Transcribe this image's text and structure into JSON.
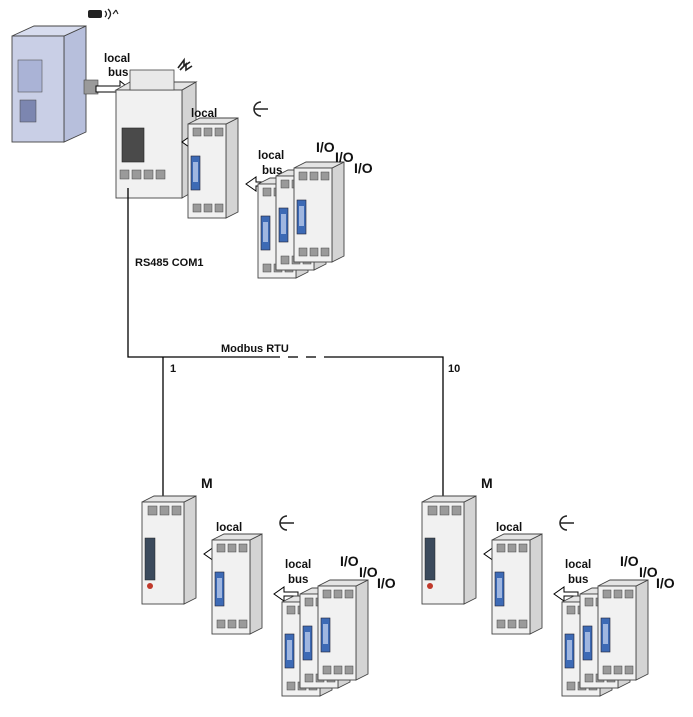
{
  "labels": {
    "local_bus": [
      "local",
      "bus"
    ],
    "io": "I/O",
    "rs485": "RS485 COM1",
    "modbus": "Modbus RTU",
    "node_first": "1",
    "node_last": "10",
    "meter": "M"
  },
  "icons": [
    "wifi-gateway-icon",
    "energy-lightning-icon",
    "input-plug-icon"
  ],
  "colors": {
    "accent_blue": "#3d6ab5",
    "gateway_tint": "#c9cfe6",
    "line": "#000000"
  }
}
